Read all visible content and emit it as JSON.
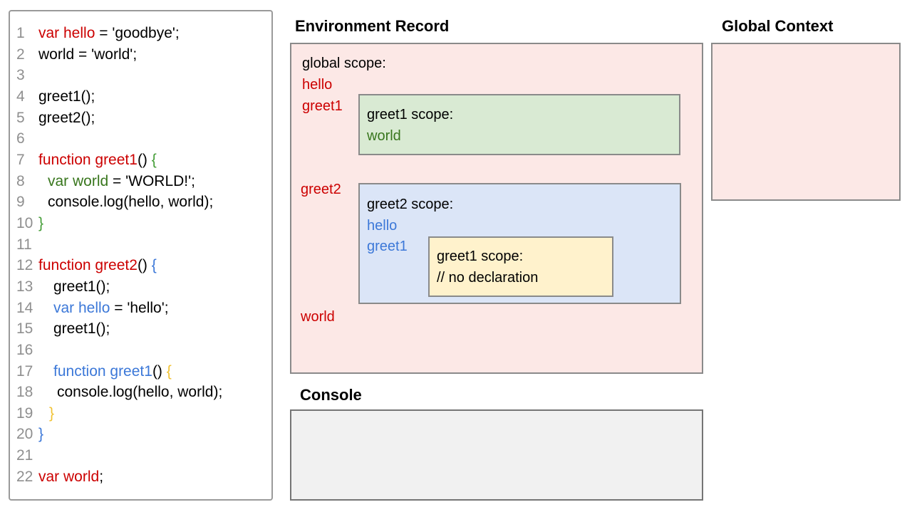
{
  "code_panel": {
    "lines": [
      {
        "num": "1",
        "indent": 0,
        "segs": [
          [
            "var hello",
            "red"
          ],
          [
            " = 'goodbye';",
            "black"
          ]
        ]
      },
      {
        "num": "2",
        "indent": 0,
        "segs": [
          [
            "world = 'world';",
            "black"
          ]
        ]
      },
      {
        "num": "3",
        "indent": 0,
        "segs": []
      },
      {
        "num": "4",
        "indent": 0,
        "segs": [
          [
            "greet1();",
            "black"
          ]
        ]
      },
      {
        "num": "5",
        "indent": 0,
        "segs": [
          [
            "greet2();",
            "black"
          ]
        ]
      },
      {
        "num": "6",
        "indent": 0,
        "segs": []
      },
      {
        "num": "7",
        "indent": 0,
        "segs": [
          [
            "function greet1",
            "red"
          ],
          [
            "() ",
            "black"
          ],
          [
            "{",
            "green-bright"
          ]
        ]
      },
      {
        "num": "8",
        "indent": 13,
        "segs": [
          [
            "var world",
            "green"
          ],
          [
            " = 'WORLD!';",
            "black"
          ]
        ]
      },
      {
        "num": "9",
        "indent": 13,
        "segs": [
          [
            "console.log(hello, world);",
            "black"
          ]
        ]
      },
      {
        "num": "10",
        "indent": 0,
        "segs": [
          [
            "}",
            "green-bright"
          ]
        ]
      },
      {
        "num": "11",
        "indent": 0,
        "segs": []
      },
      {
        "num": "12",
        "indent": 0,
        "segs": [
          [
            "function greet2",
            "red"
          ],
          [
            "() ",
            "black"
          ],
          [
            "{",
            "blue"
          ]
        ]
      },
      {
        "num": "13",
        "indent": 21,
        "segs": [
          [
            "greet1();",
            "black"
          ]
        ]
      },
      {
        "num": "14",
        "indent": 21,
        "segs": [
          [
            "var hello",
            "blue"
          ],
          [
            " = 'hello';",
            "black"
          ]
        ]
      },
      {
        "num": "15",
        "indent": 21,
        "segs": [
          [
            "greet1();",
            "black"
          ]
        ]
      },
      {
        "num": "16",
        "indent": 0,
        "segs": []
      },
      {
        "num": "17",
        "indent": 21,
        "segs": [
          [
            "function greet1",
            "blue"
          ],
          [
            "() ",
            "black"
          ],
          [
            "{",
            "yellow"
          ]
        ]
      },
      {
        "num": "18",
        "indent": 26,
        "segs": [
          [
            "console.log(hello, world);",
            "black"
          ]
        ]
      },
      {
        "num": "19",
        "indent": 15,
        "segs": [
          [
            "}",
            "yellow"
          ]
        ]
      },
      {
        "num": "20",
        "indent": 0,
        "segs": [
          [
            "}",
            "blue"
          ]
        ]
      },
      {
        "num": "21",
        "indent": 0,
        "segs": []
      },
      {
        "num": "22",
        "indent": 0,
        "segs": [
          [
            "var world",
            "red"
          ],
          [
            ";",
            "black"
          ]
        ]
      }
    ]
  },
  "environment_record": {
    "title": "Environment Record",
    "global_scope_label": "global scope:",
    "global_vars": [
      {
        "name": "hello",
        "color": "red"
      },
      {
        "name": "greet1",
        "color": "red"
      },
      {
        "name": "greet2",
        "color": "red"
      },
      {
        "name": "world",
        "color": "red"
      }
    ],
    "greet1_scope": {
      "label": "greet1 scope:",
      "vars": [
        {
          "name": "world",
          "color": "green"
        }
      ]
    },
    "greet2_scope": {
      "label": "greet2 scope:",
      "vars": [
        {
          "name": "hello",
          "color": "blue"
        },
        {
          "name": "greet1",
          "color": "blue"
        }
      ]
    },
    "greet1_nested_scope": {
      "label": "greet1 scope:",
      "comment": "// no declaration"
    }
  },
  "global_context": {
    "title": "Global Context"
  },
  "console": {
    "title": "Console"
  },
  "colors": {
    "pink_fill": "#fce8e6",
    "green_fill": "#d9ead3",
    "blue_fill": "#dbe5f7",
    "yellow_fill": "#fff2cc",
    "console_fill": "#f1f1f1",
    "red_text": "#cc0000",
    "blue_text": "#3c78d8",
    "green_text": "#38761d",
    "bright_green_text": "#449d37",
    "yellow_text": "#f1c232",
    "line_number_gray": "#8f8f8f",
    "border_gray": "#8a8a8a"
  }
}
